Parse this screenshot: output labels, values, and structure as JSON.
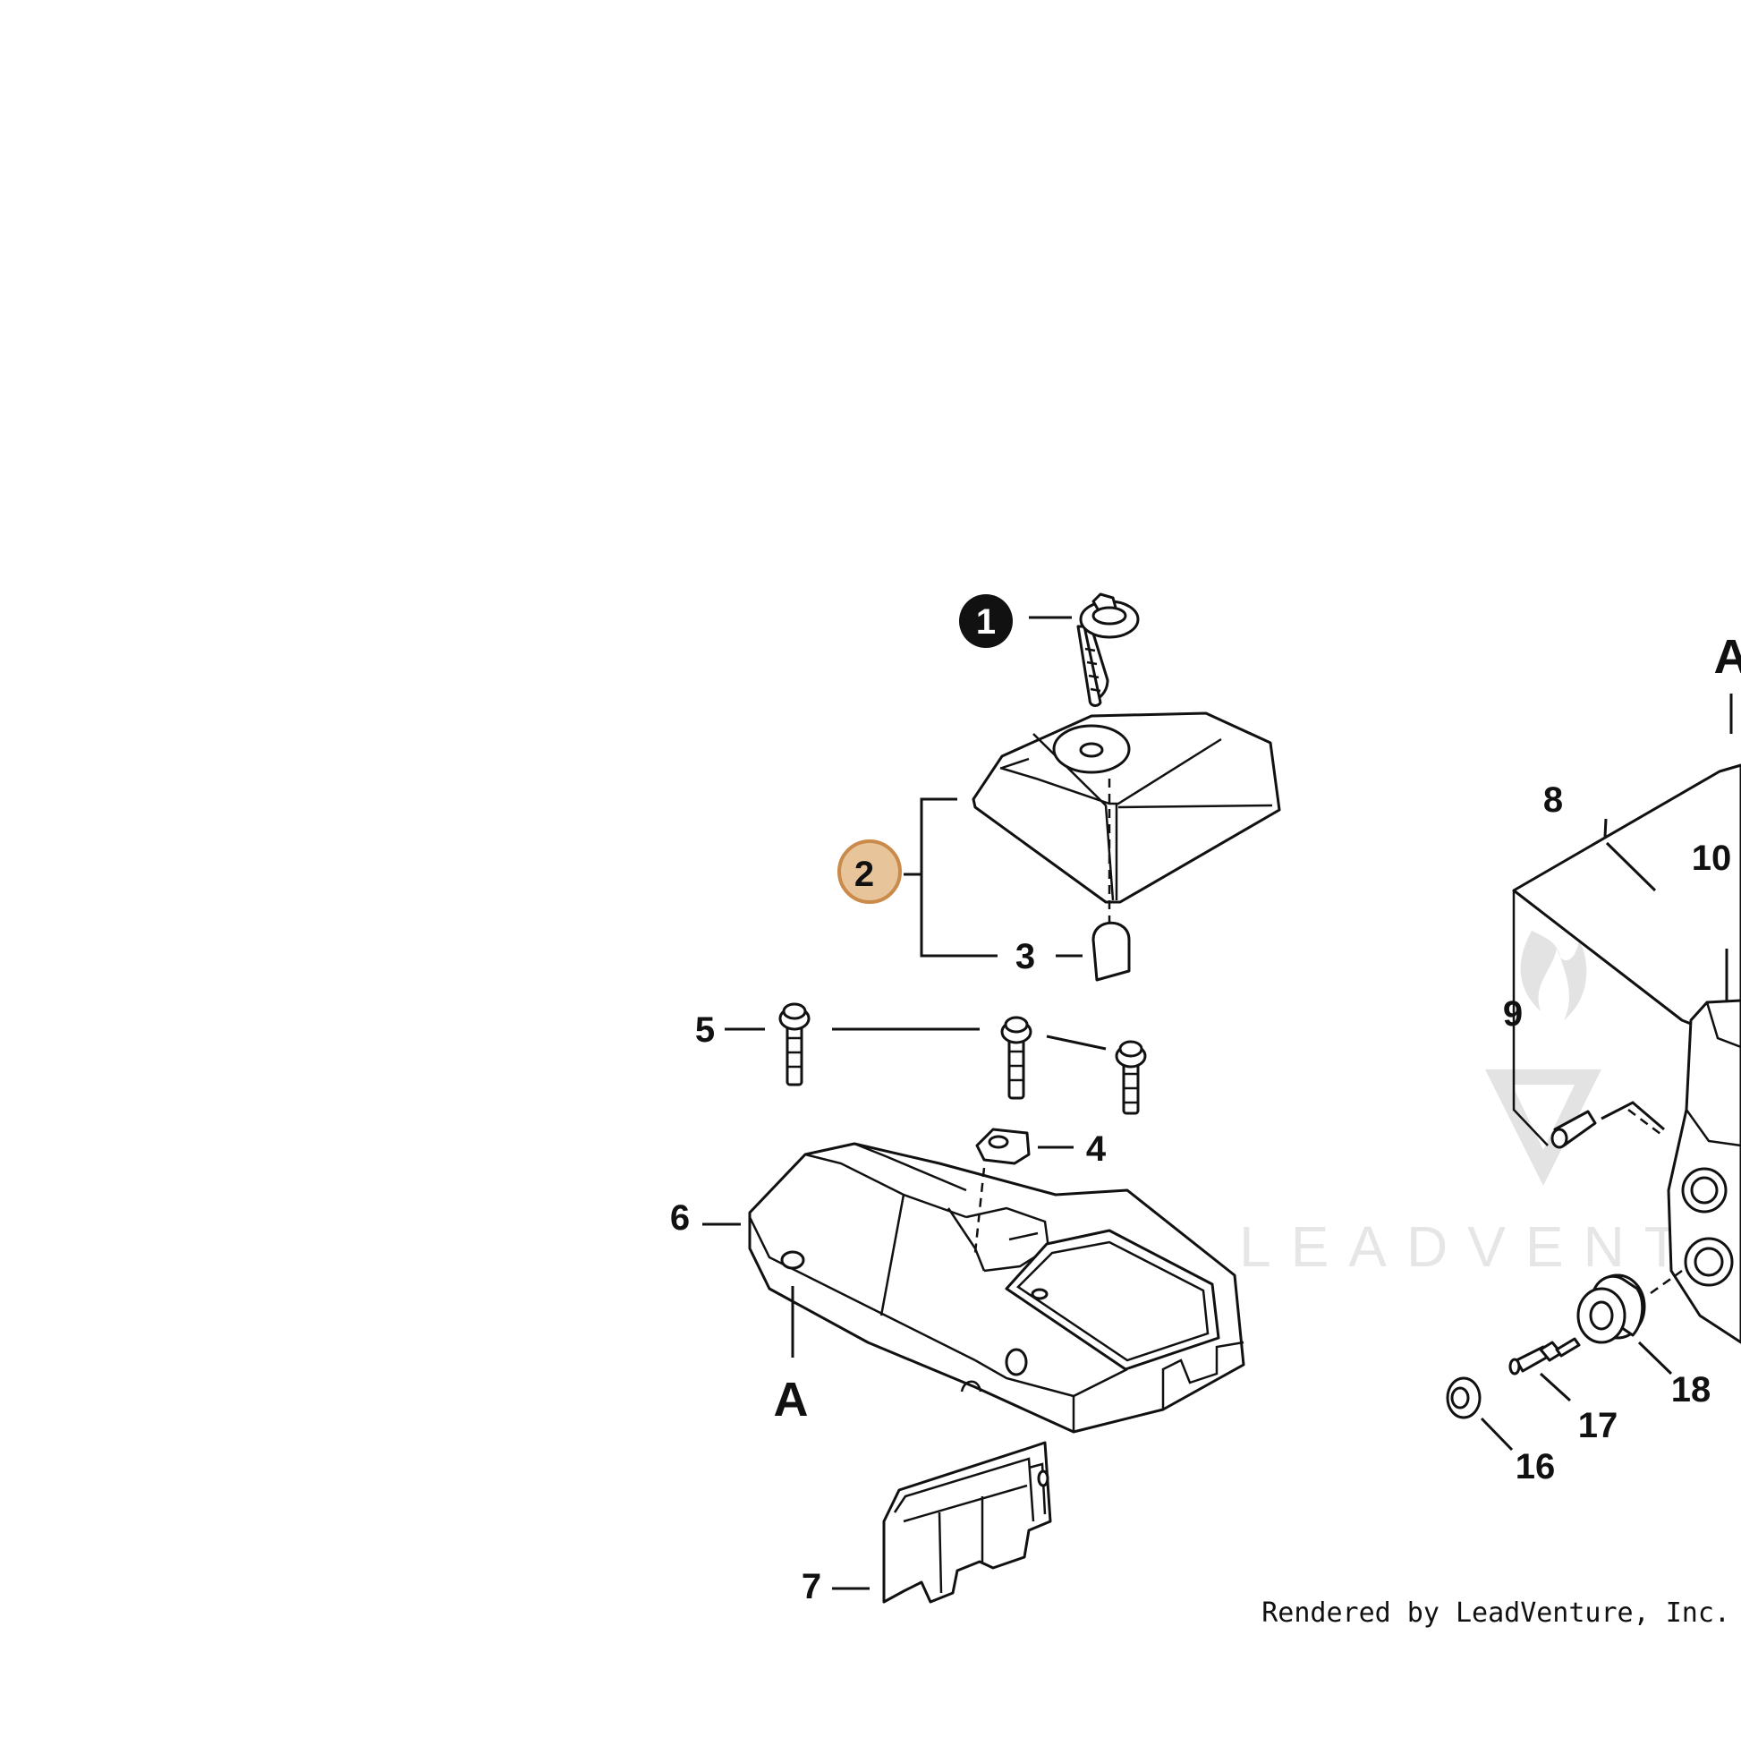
{
  "diagram": {
    "callouts": [
      {
        "id": "1",
        "label": "1",
        "style": "filled-black"
      },
      {
        "id": "2",
        "label": "2",
        "style": "highlighted",
        "highlight_color": "#e8c49a",
        "highlight_stroke": "#c98a4a"
      },
      {
        "id": "3",
        "label": "3"
      },
      {
        "id": "4",
        "label": "4"
      },
      {
        "id": "5",
        "label": "5"
      },
      {
        "id": "6",
        "label": "6"
      },
      {
        "id": "7",
        "label": "7"
      },
      {
        "id": "8",
        "label": "8"
      },
      {
        "id": "9",
        "label": "9"
      },
      {
        "id": "10",
        "label": "10"
      },
      {
        "id": "16",
        "label": "16"
      },
      {
        "id": "17",
        "label": "17"
      },
      {
        "id": "18",
        "label": "18"
      }
    ],
    "reference_letters": {
      "left": "A",
      "right": "A"
    },
    "watermark": {
      "text": "LEADVENT",
      "icon": "leadventure-flame-v-logo"
    },
    "credit": "Rendered by LeadVenture, Inc."
  }
}
